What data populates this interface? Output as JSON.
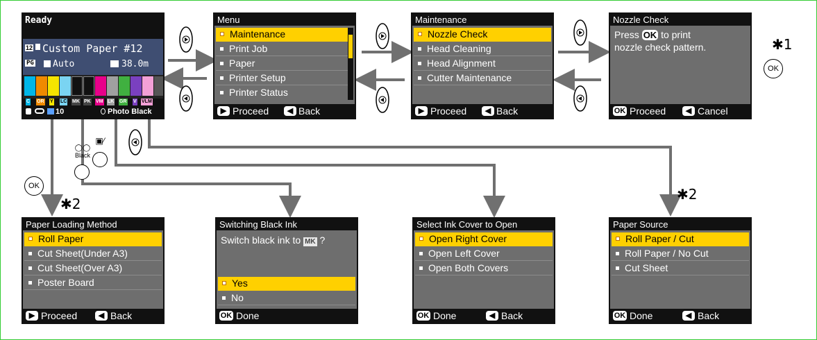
{
  "ready_screen": {
    "status": "Ready",
    "paper_number": "12",
    "paper_name": "Custom Paper #12",
    "mode_label": "PG",
    "auto_label": "Auto",
    "length_label": "38.0m",
    "ink_labels": [
      "C",
      "OR",
      "Y",
      "LC",
      "MK",
      "PK",
      "VM",
      "LK",
      "GR",
      "V",
      "VLM"
    ],
    "status_count": "10",
    "active_black": "Photo Black"
  },
  "menu_screen": {
    "title": "Menu",
    "items": [
      "Maintenance",
      "Print Job",
      "Paper",
      "Printer Setup",
      "Printer Status"
    ],
    "footer_proceed": "Proceed",
    "footer_back": "Back"
  },
  "maintenance_screen": {
    "title": "Maintenance",
    "items": [
      "Nozzle Check",
      "Head Cleaning",
      "Head Alignment",
      "Cutter Maintenance"
    ],
    "footer_proceed": "Proceed",
    "footer_back": "Back"
  },
  "nozzle_screen": {
    "title": "Nozzle Check",
    "message_line1_pre": "Press",
    "message_line1_post": "to print",
    "message_line2": "nozzle check pattern.",
    "ok_label": "OK",
    "footer_proceed": "Proceed",
    "footer_cancel": "Cancel"
  },
  "paper_loading_screen": {
    "title": "Paper Loading Method",
    "items": [
      "Roll Paper",
      "Cut Sheet(Under A3)",
      "Cut Sheet(Over A3)",
      "Poster Board"
    ],
    "footer_proceed": "Proceed",
    "footer_back": "Back"
  },
  "switch_black_screen": {
    "title": "Switching Black Ink",
    "message_pre": "Switch black ink to",
    "message_chip": "MK",
    "message_post": "?",
    "items": [
      "Yes",
      "No"
    ],
    "footer_done": "Done"
  },
  "ink_cover_screen": {
    "title": "Select Ink Cover to Open",
    "items": [
      "Open Right Cover",
      "Open Left Cover",
      "Open Both Covers"
    ],
    "footer_done": "Done",
    "footer_back": "Back"
  },
  "paper_source_screen": {
    "title": "Paper Source",
    "items": [
      "Roll Paper / Cut",
      "Roll Paper / No Cut",
      "Cut Sheet"
    ],
    "footer_done": "Done",
    "footer_back": "Back"
  },
  "buttons": {
    "ok": "OK",
    "black_label": "Black"
  },
  "notes": {
    "star1": "✱1",
    "star2_left": "✱2",
    "star2_right": "✱2"
  },
  "colors": {
    "highlight": "#ffd000",
    "screen_bg": "#6e6e6e",
    "arrow": "#707070",
    "frame": "#33cc33"
  }
}
